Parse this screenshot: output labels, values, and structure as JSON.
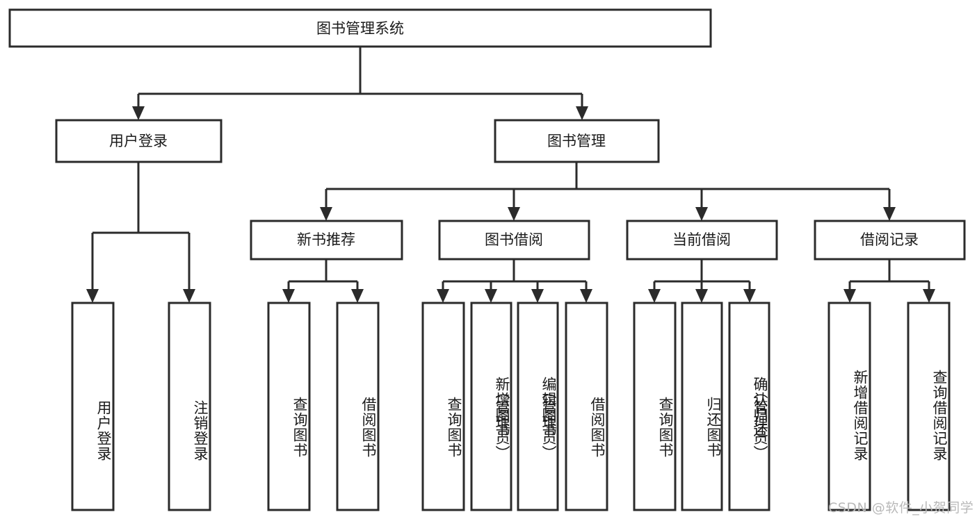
{
  "diagram": {
    "title_node": {
      "label": "图书管理系统"
    },
    "level2": [
      {
        "id": "user-login",
        "label": "用户登录"
      },
      {
        "id": "book-management",
        "label": "图书管理"
      }
    ],
    "level3": [
      {
        "id": "new-book-recommend",
        "label": "新书推荐"
      },
      {
        "id": "book-borrow",
        "label": "图书借阅"
      },
      {
        "id": "current-borrow",
        "label": "当前借阅"
      },
      {
        "id": "borrow-record",
        "label": "借阅记录"
      }
    ],
    "leaves": {
      "user_login": [
        {
          "id": "leaf-user-login",
          "label": "用户登录"
        },
        {
          "id": "leaf-logout-login",
          "label": "注销登录"
        }
      ],
      "new_book_recommend": [
        {
          "id": "leaf-query-book-1",
          "label": "查询图书"
        },
        {
          "id": "leaf-borrow-book-1",
          "label": "借阅图书"
        }
      ],
      "book_borrow": [
        {
          "id": "leaf-query-book-2",
          "label": "查询图书"
        },
        {
          "id": "leaf-add-book",
          "label": "新增图书",
          "label2": "（管理员）"
        },
        {
          "id": "leaf-edit-book",
          "label": "编辑图书",
          "label2": "（管理员）"
        },
        {
          "id": "leaf-borrow-book-2",
          "label": "借阅图书"
        }
      ],
      "current_borrow": [
        {
          "id": "leaf-query-book-3",
          "label": "查询图书"
        },
        {
          "id": "leaf-return-book",
          "label": "归还图书"
        },
        {
          "id": "leaf-confirm-return",
          "label": "确认归还",
          "label2": "（管理员）"
        }
      ],
      "borrow_record": [
        {
          "id": "leaf-add-record",
          "label": "新增借阅记录"
        },
        {
          "id": "leaf-query-record",
          "label": "查询借阅记录"
        }
      ]
    }
  },
  "watermark": {
    "text": "CSDN @软件_小贺同学"
  },
  "colors": {
    "box_stroke": "#2b2b2b",
    "box_fill": "#ffffff",
    "text": "#1a1a1a",
    "watermark": "#b9b9b9",
    "background": "#ffffff"
  }
}
